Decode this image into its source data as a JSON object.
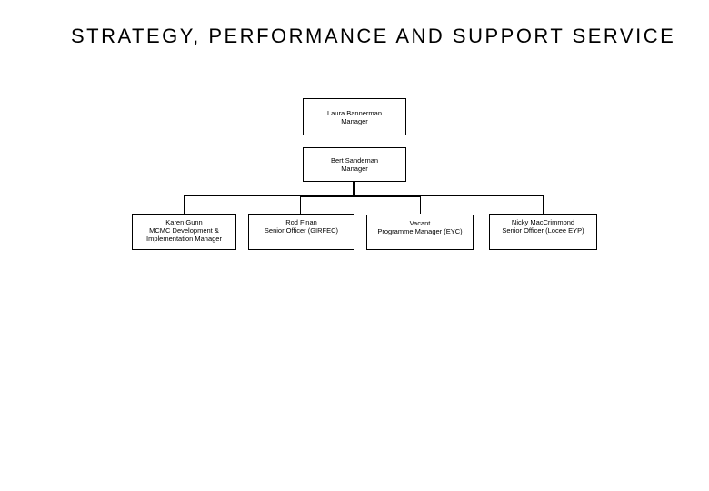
{
  "title": "STRATEGY, PERFORMANCE AND SUPPORT SERVICE",
  "org": {
    "root": {
      "name": "Laura Bannerman",
      "role": "Manager"
    },
    "deputy": {
      "name": "Bert Sandeman",
      "role": "Manager"
    },
    "reports": [
      {
        "name": "Karen Gunn",
        "role": "MCMC Development & Implementation Manager"
      },
      {
        "name": "Rod Finan",
        "role": "Senior Officer (GIRFEC)"
      },
      {
        "name": "Vacant",
        "role": "Programme Manager (EYC)"
      },
      {
        "name": "Nicky MacCrimmond",
        "role": "Senior Officer (Locee EYP)"
      }
    ]
  },
  "colors": {
    "background": "#ffffff",
    "line": "#000000",
    "text": "#000000"
  }
}
